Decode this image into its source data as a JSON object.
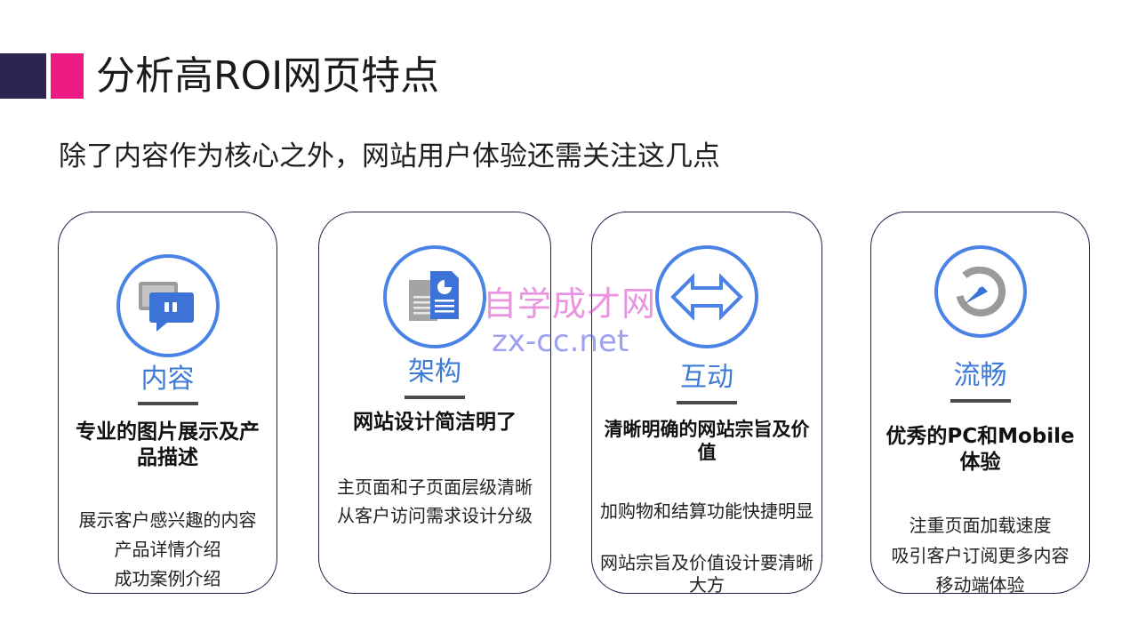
{
  "page": {
    "title": "分析高ROI网页特点",
    "subtitle": "除了内容作为核心之外，网站用户体验还需关注这几点"
  },
  "colors": {
    "accent_dark": "#2a2650",
    "accent_pink": "#ec1a82",
    "icon_blue": "#4b82e6",
    "label_blue": "#3d7bd6",
    "card_border": "#20204a"
  },
  "cards": [
    {
      "icon": "chat-bubble-icon",
      "label": "内容",
      "heading": "专业的图片展示及产品描述",
      "desc1": "展示客户感兴趣的内容",
      "desc2": "产品详情介绍",
      "desc3": "成功案例介绍"
    },
    {
      "icon": "documents-icon",
      "label": "架构",
      "heading": "网站设计简洁明了",
      "desc1": "主页面和子页面层级清晰",
      "desc2": "从客户访问需求设计分级"
    },
    {
      "icon": "double-arrow-icon",
      "label": "互动",
      "heading": "清晰明确的网站宗旨及价值",
      "desc1": "加购物和结算功能快捷明显",
      "desc2": "网站宗旨及价值设计要清晰大方"
    },
    {
      "icon": "speed-gauge-icon",
      "label": "流畅",
      "heading": "优秀的PC和Mobile体验",
      "desc1": "注重页面加载速度",
      "desc2": "吸引客户订阅更多内容",
      "desc3": "移动端体验"
    }
  ],
  "watermark": {
    "line1": "自学成才网",
    "line2": "zx-cc.net"
  }
}
